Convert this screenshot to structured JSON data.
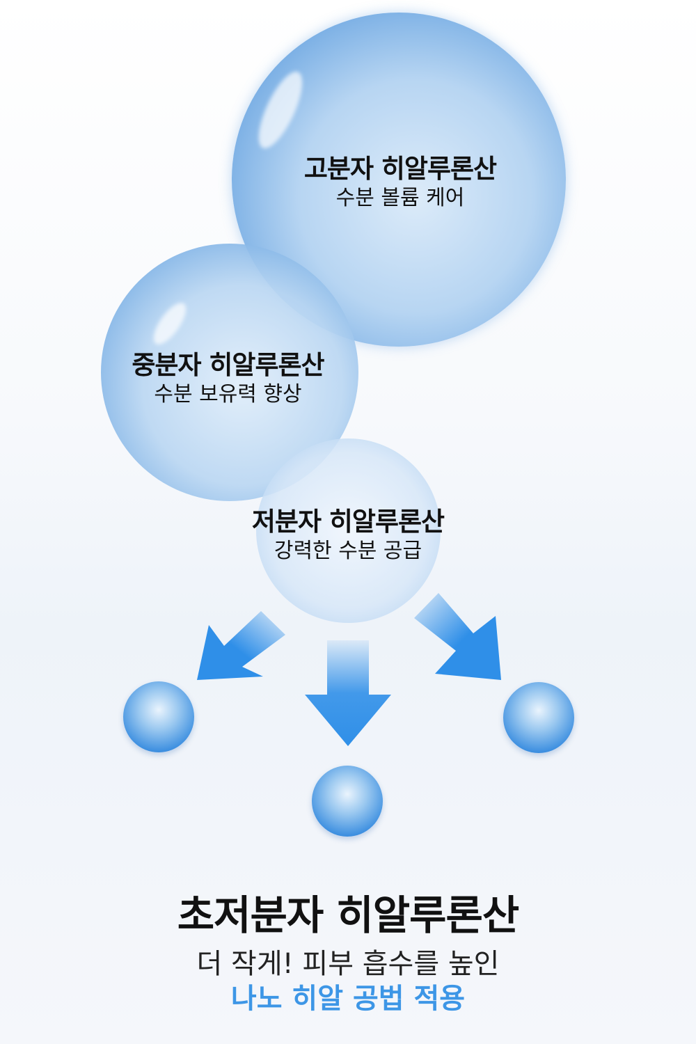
{
  "bubbles": [
    {
      "title": "고분자 히알루론산",
      "subtitle": "수분 볼륨 케어"
    },
    {
      "title": "중분자 히알루론산",
      "subtitle": "수분 보유력 향상"
    },
    {
      "title": "저분자 히알루론산",
      "subtitle": "강력한 수분 공급"
    }
  ],
  "headline": "초저분자 히알루론산",
  "subline": "더 작게! 피부 흡수를 높인",
  "highlight": "나노 히알 공법 적용",
  "colors": {
    "accent": "#3d96e6",
    "arrow": "#2f8fe8"
  }
}
